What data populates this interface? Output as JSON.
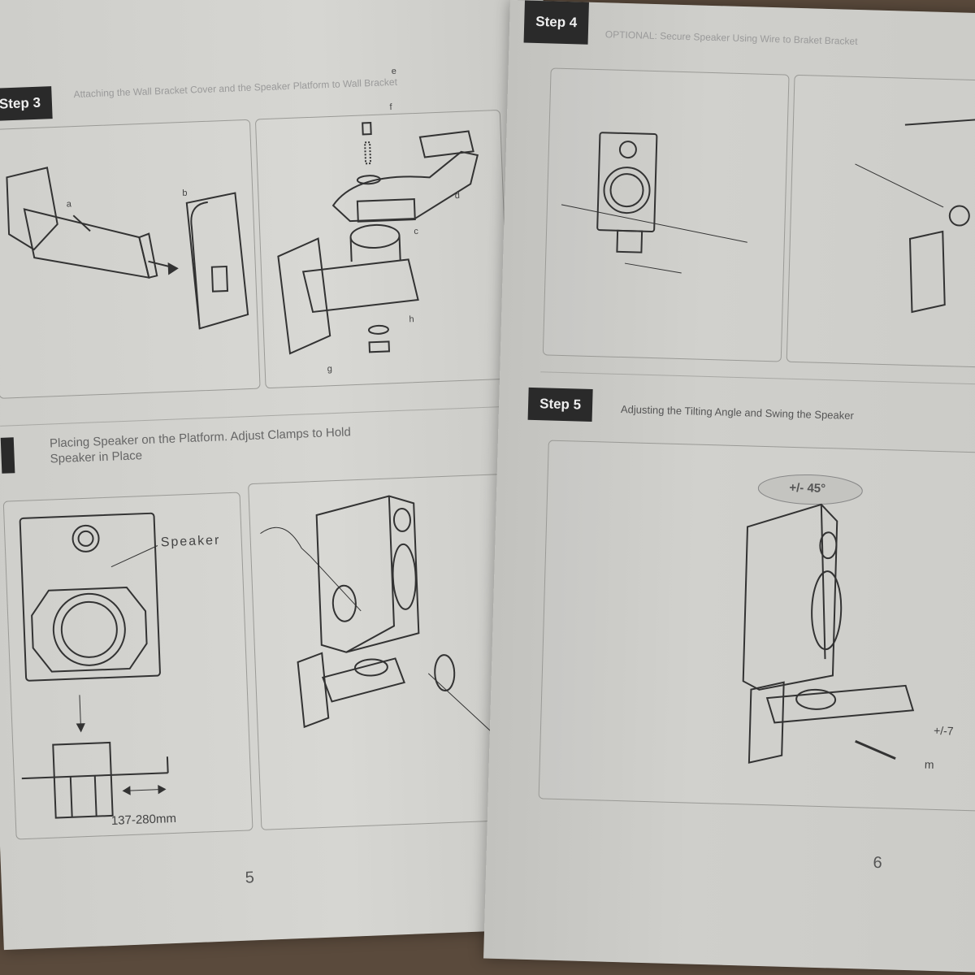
{
  "left_page": {
    "step_top": {
      "tab": "Step 3",
      "title": "Attaching the Wall Bracket Cover and the Speaker Platform to Wall Bracket"
    },
    "step_bottom": {
      "title_line1": "Placing Speaker on the Platform. Adjust Clamps to Hold",
      "title_line2": "Speaker in Place"
    },
    "parts": [
      "a",
      "b",
      "c",
      "d",
      "e",
      "f",
      "g",
      "h"
    ],
    "speaker_label": "Speaker",
    "dimension": "137-280mm",
    "page_number": "5"
  },
  "right_page": {
    "step_top": {
      "tab": "Step 4",
      "title": "OPTIONAL: Secure Speaker Using Wire to Braket Bracket"
    },
    "step5": {
      "tab": "Step 5",
      "title": "Adjusting the Tilting Angle and Swing the Speaker"
    },
    "angle_label": "+/- 45°",
    "angle_label_right": "+/-7",
    "tool_label": "m",
    "page_number": "6"
  }
}
